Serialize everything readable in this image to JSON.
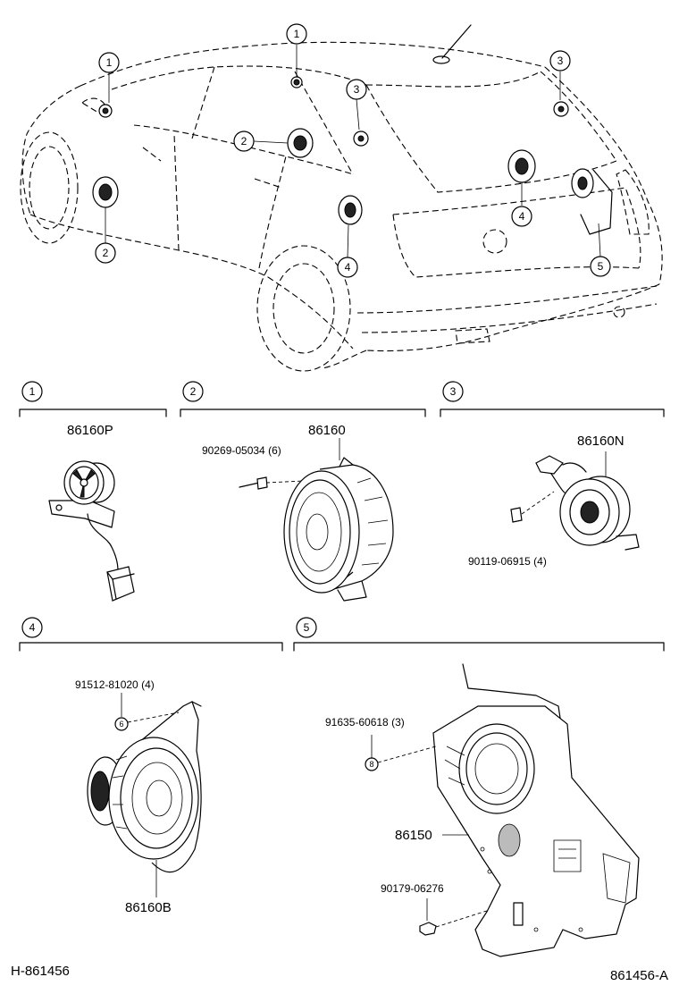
{
  "diagram": {
    "code_left": "H-861456",
    "code_right": "861456-A",
    "callouts": [
      "1",
      "2",
      "3",
      "4",
      "5"
    ],
    "sections": [
      {
        "index": "1",
        "parts": [
          {
            "number": "86160P"
          }
        ]
      },
      {
        "index": "2",
        "parts": [
          {
            "number": "86160"
          },
          {
            "number": "90269-05034 (6)"
          }
        ]
      },
      {
        "index": "3",
        "parts": [
          {
            "number": "86160N"
          },
          {
            "number": "90119-06915 (4)"
          }
        ]
      },
      {
        "index": "4",
        "parts": [
          {
            "number": "91512-81020 (4)"
          },
          {
            "number": "86160B"
          }
        ],
        "bolt_mark": "6"
      },
      {
        "index": "5",
        "parts": [
          {
            "number": "91635-60618 (3)"
          },
          {
            "number": "86150"
          },
          {
            "number": "90179-06276"
          }
        ],
        "bolt_mark": "8"
      }
    ]
  }
}
